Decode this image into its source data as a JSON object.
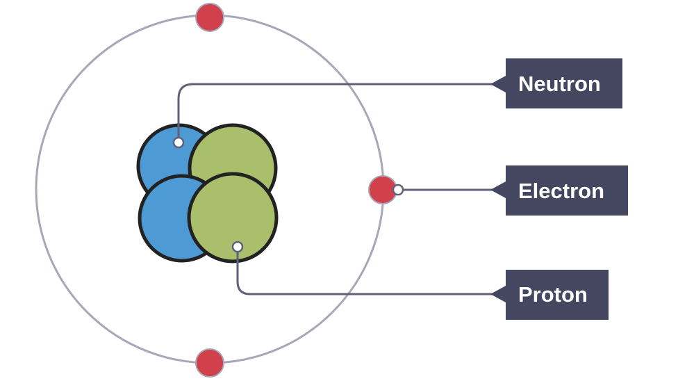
{
  "diagram": {
    "labels": {
      "neutron": "Neutron",
      "electron": "Electron",
      "proton": "Proton"
    },
    "colors": {
      "neutron": "#4d9ad5",
      "proton": "#a9bf6c",
      "electron": "#d0414c",
      "orbit": "#a7a7b7",
      "leader_line": "#5f607a",
      "label_box": "#45465f",
      "label_text": "#ffffff",
      "particle_outline": "#222222"
    },
    "counts": {
      "neutrons": 2,
      "protons": 2,
      "electrons": 3
    }
  }
}
